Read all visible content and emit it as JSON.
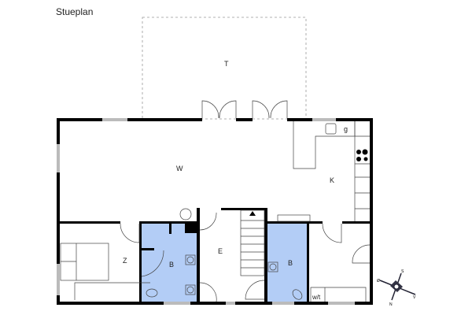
{
  "title": "Stueplan",
  "rooms": {
    "terrace": "T",
    "living": "W",
    "kitchen": "K",
    "bedroom": "Z",
    "bath1": "B",
    "entrance": "E",
    "bath2": "B",
    "wc_label": "w/t",
    "kitchen_g": "g"
  },
  "compass": {
    "n": "N",
    "s": "S",
    "e": "Ø",
    "w": "V"
  },
  "colors": {
    "bathroom": "#b3cdf6",
    "wall": "#000000",
    "window": "#aaaaaa"
  }
}
